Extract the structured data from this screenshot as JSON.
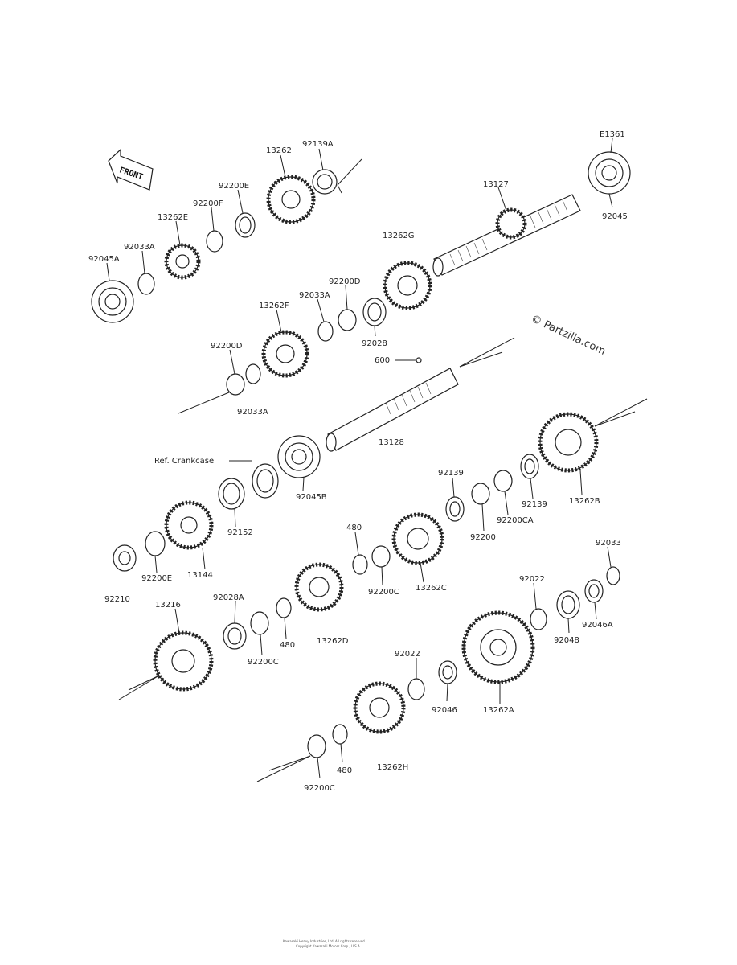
{
  "front_label": "FRONT",
  "watermark": "© Partzilla.com",
  "footer": [
    "Kawasaki Heavy Industries, Ltd. All rights reserved.",
    "Copyright Kawasaki Motors Corp., U.S.A."
  ],
  "labels": {
    "e1361": "E1361",
    "p13262": "13262",
    "p92139a": "92139A",
    "p13127": "13127",
    "p92045": "92045",
    "p92200e_top": "92200E",
    "p92200f": "92200F",
    "p13262e": "13262E",
    "p92033a_top": "92033A",
    "p92045a": "92045A",
    "p13262g": "13262G",
    "p92200d_mid": "92200D",
    "p92033a_mid": "92033A",
    "p13262f": "13262F",
    "p92028": "92028",
    "p92200d_left": "92200D",
    "p92033a_low": "92033A",
    "p600": "600",
    "p13128": "13128",
    "ref_crankcase": "Ref. Crankcase",
    "p92045b": "92045B",
    "p92152": "92152",
    "p13144": "13144",
    "p92200e_low": "92200E",
    "p92210": "92210",
    "p92139_mid": "92139",
    "p92200": "92200",
    "p92200ca": "92200CA",
    "p92139_right": "92139",
    "p13262b": "13262B",
    "p480_top": "480",
    "p92200c_mid": "92200C",
    "p13262c": "13262C",
    "p92033": "92033",
    "p92022_right": "92022",
    "p92046a": "92046A",
    "p92048": "92048",
    "p13216": "13216",
    "p92028a": "92028A",
    "p480_mid": "480",
    "p13262d": "13262D",
    "p92200c_low": "92200C",
    "p92022_low": "92022",
    "p92046": "92046",
    "p13262a": "13262A",
    "p480_low": "480",
    "p13262h": "13262H",
    "p92200c_bottom": "92200C"
  }
}
